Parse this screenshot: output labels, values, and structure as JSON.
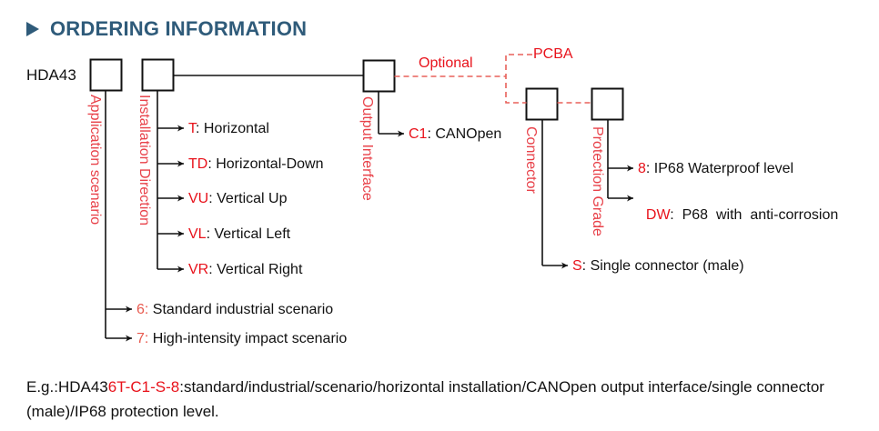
{
  "header": {
    "title": "ORDERING INFORMATION",
    "icon": "play-triangle-icon"
  },
  "colors": {
    "title": "#2f5b7a",
    "code": "#e8121b",
    "dashed": "#e8605a",
    "line": "#111111"
  },
  "model_prefix": "HDA43",
  "optional_label": "Optional",
  "pcba_label": "PCBA",
  "fields": {
    "application": {
      "label": "Application scenario",
      "options": [
        {
          "code": "6",
          "sep": ":",
          "desc": " Standard industrial scenario"
        },
        {
          "code": "7",
          "sep": ":",
          "desc": " High-intensity impact scenario"
        }
      ]
    },
    "installation": {
      "label": "Installation Direction",
      "options": [
        {
          "code": "T",
          "sep": ":",
          "desc": " Horizontal"
        },
        {
          "code": "TD",
          "sep": ":",
          "desc": " Horizontal-Down"
        },
        {
          "code": "VU",
          "sep": ":",
          "desc": " Vertical Up"
        },
        {
          "code": "VL",
          "sep": ":",
          "desc": " Vertical Left"
        },
        {
          "code": "VR",
          "sep": ":",
          "desc": " Vertical Right"
        }
      ]
    },
    "output": {
      "label": "Output Interface",
      "options": [
        {
          "code": "C1",
          "sep": ":",
          "desc": " CANOpen"
        }
      ]
    },
    "connector": {
      "label": "Connector",
      "options": [
        {
          "code": "S",
          "sep": ":",
          "desc": " Single connector (male)"
        }
      ]
    },
    "protection": {
      "label": "Protection Grade",
      "options": [
        {
          "code": "8",
          "sep": ":",
          "desc": " IP68 Waterproof level"
        },
        {
          "code": "DW",
          "sep": ":",
          "desc": "  P68  with  anti-corrosion"
        }
      ]
    }
  },
  "example": {
    "prefix": "E.g.:HDA43",
    "codes": [
      "6T",
      "-",
      "C1",
      "-",
      "S",
      "-",
      "8"
    ],
    "text": ":standard/industrial/scenario/horizontal installation/CANOpen output interface/single connector (male)/IP68 protection level."
  }
}
